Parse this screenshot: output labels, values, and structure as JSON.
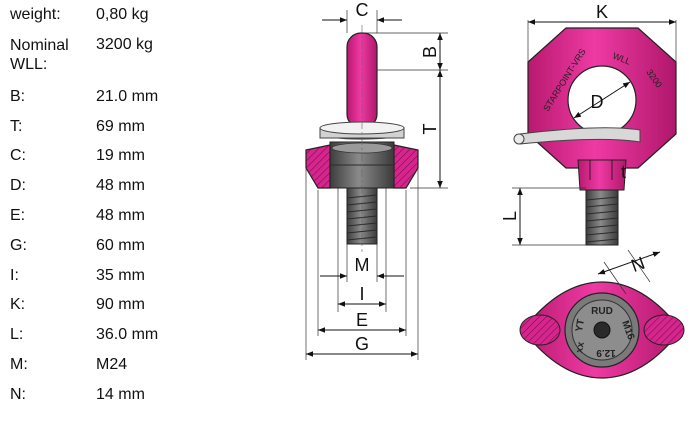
{
  "specs": [
    {
      "key": "weight:",
      "value": "0,80 kg"
    },
    {
      "key": "Nominal WLL:",
      "value": "3200 kg"
    },
    {
      "key": "B:",
      "value": "21.0 mm"
    },
    {
      "key": "T:",
      "value": "69 mm"
    },
    {
      "key": "C:",
      "value": "19 mm"
    },
    {
      "key": "D:",
      "value": "48 mm"
    },
    {
      "key": "E:",
      "value": "48 mm"
    },
    {
      "key": "G:",
      "value": "60 mm"
    },
    {
      "key": "I:",
      "value": "35 mm"
    },
    {
      "key": "K:",
      "value": "90 mm"
    },
    {
      "key": "L:",
      "value": "36.0 mm"
    },
    {
      "key": "M:",
      "value": "M24"
    },
    {
      "key": "N:",
      "value": "14 mm"
    }
  ],
  "dimension_labels": {
    "C": "C",
    "B": "B",
    "T": "T",
    "M": "M",
    "I": "I",
    "E": "E",
    "G": "G",
    "K": "K",
    "D": "D",
    "L": "L",
    "N": "N",
    "t": "t"
  },
  "ring_markings": {
    "starpoint": "STARPOINT-VRS",
    "wll": "WLL",
    "capacity": "3200"
  },
  "bolt_markings": {
    "rud": "RUD",
    "size": "M16",
    "grade": "12.9",
    "code_a": "YT",
    "code_b": "xx"
  },
  "colors": {
    "magenta": "#d6258c",
    "magenta_dark": "#9c1466",
    "steel": "#5a5a5a",
    "steel_light": "#bdbdbd"
  }
}
